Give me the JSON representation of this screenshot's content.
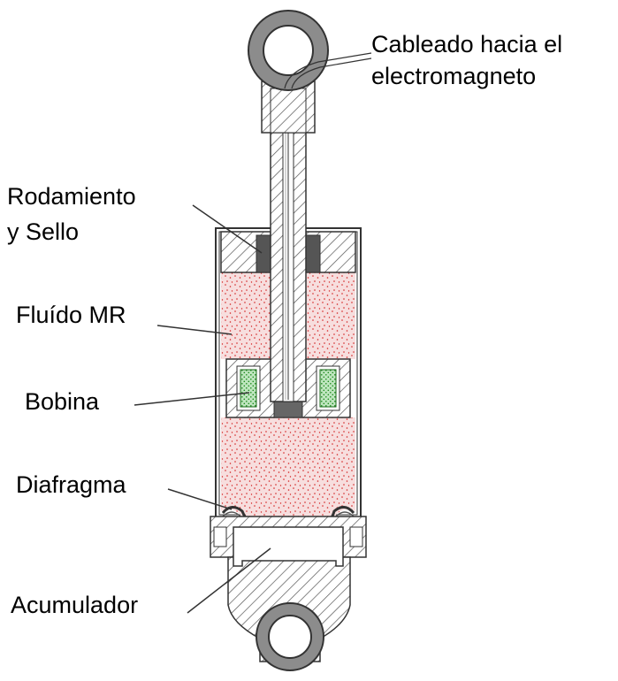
{
  "labels": {
    "wiring_line1": "Cableado hacia el",
    "wiring_line2": "electromagneto",
    "bearing_line1": "Rodamiento",
    "bearing_line2": "y Sello",
    "fluid": "Fluído MR",
    "coil": "Bobina",
    "diaphragm": "Diafragma",
    "accumulator": "Acumulador"
  },
  "colors": {
    "outline": "#333333",
    "hatch": "#555555",
    "fluid_fill": "#f7dede",
    "fluid_dots": "#d22020",
    "coil_fill": "#bfe6bf",
    "coil_dots": "#1a8a1a",
    "seal_fill": "#555555",
    "eye_fill": "#8c8c8c"
  }
}
